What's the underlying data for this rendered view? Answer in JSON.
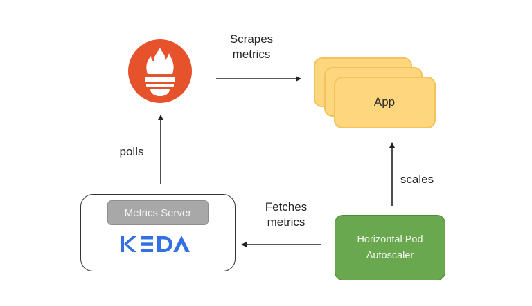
{
  "diagram": {
    "nodes": {
      "prometheus": {
        "icon": "prometheus-torch-icon",
        "color": "#e6522c"
      },
      "app": {
        "label": "App",
        "fill": "#fdd67d",
        "stroke": "#f2c35a",
        "replicas": 3
      },
      "keda": {
        "metrics_server_label": "Metrics Server",
        "logo_text": "KEDA",
        "logo_color": "#3371e3"
      },
      "hpa": {
        "line1": "Horizontal Pod",
        "line2": "Autoscaler",
        "fill": "#6aa84f"
      }
    },
    "edges": {
      "scrapes": {
        "line1": "Scrapes",
        "line2": "metrics",
        "from": "prometheus",
        "to": "app"
      },
      "polls": {
        "label": "polls",
        "from": "keda",
        "to": "prometheus"
      },
      "fetches": {
        "line1": "Fetches",
        "line2": "metrics",
        "from": "hpa",
        "to": "keda"
      },
      "scales": {
        "label": "scales",
        "from": "hpa",
        "to": "app"
      }
    }
  }
}
